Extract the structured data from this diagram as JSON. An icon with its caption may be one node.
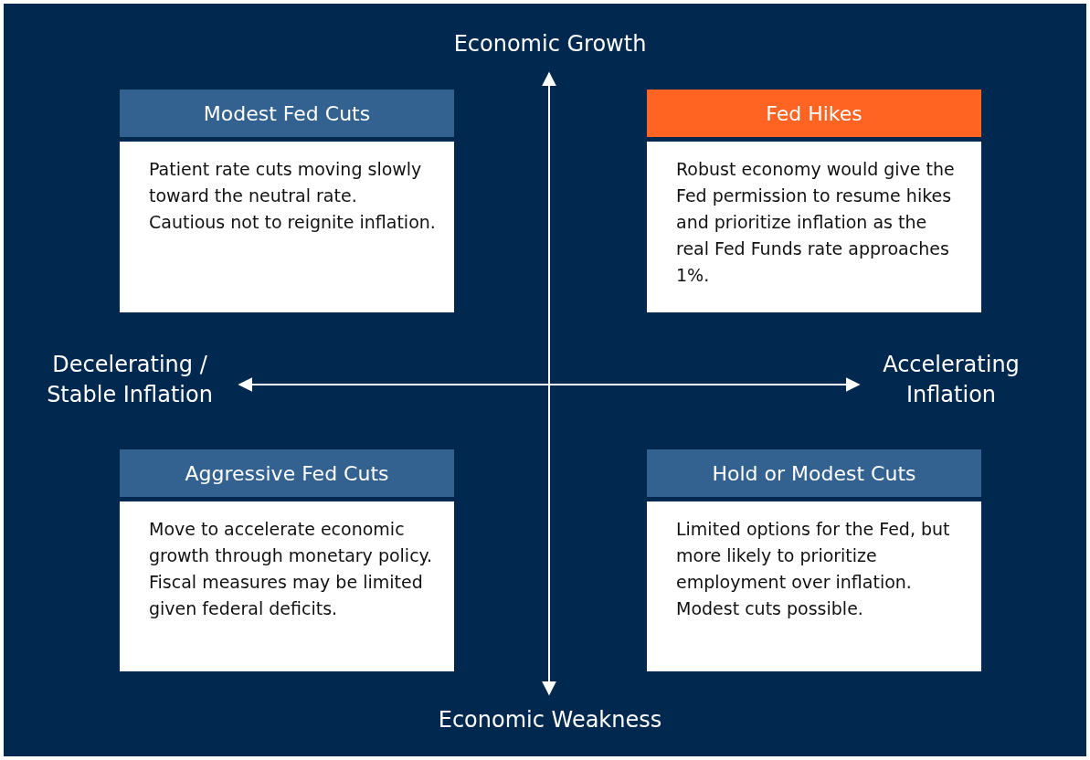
{
  "diagram": {
    "nodes": [
      {
        "text": [
          "Modest Fed Cuts",
          "Patient rate cuts moving slowly toward the neutral rate. Cautious not to reignite inflation."
        ]
      },
      {
        "text": [
          "Fed Hikes",
          "Robust economy would give the Fed permission to resume hikes and prioritize inflation as the real Fed Funds rate approaches 1%."
        ]
      },
      {
        "text": [
          "Aggressive Fed Cuts",
          "Move to accelerate economic growth through monetary policy. Fiscal measures may be limited given federal deficits."
        ]
      },
      {
        "text": [
          "Hold or Modest Cuts",
          "Limited options for the Fed, but more likely to prioritize employment over inflation. Modest cuts possible."
        ]
      }
    ],
    "labels": [
      "Economic Growth",
      "Decelerating / Stable Inflation",
      "Accelerating Inflation",
      "Economic Weakness"
    ]
  }
}
